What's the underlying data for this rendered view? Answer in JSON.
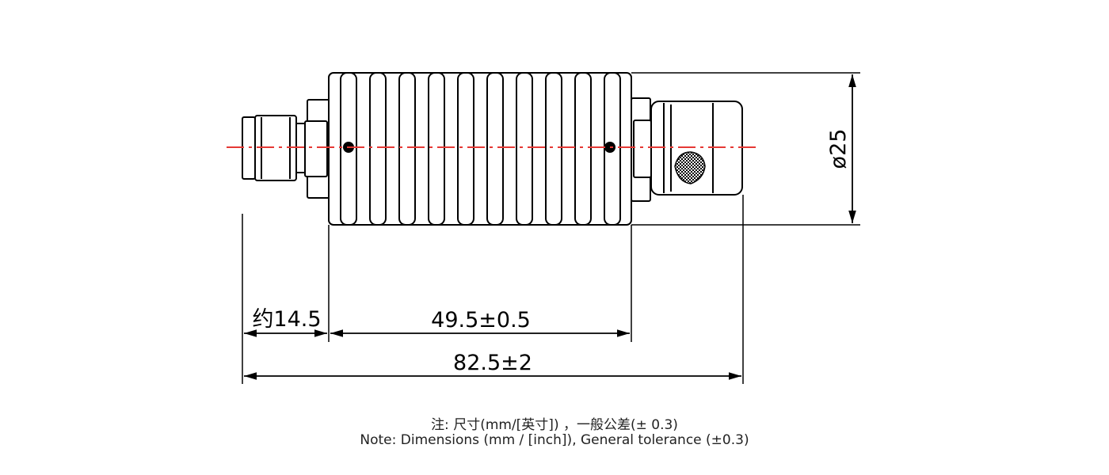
{
  "drawing": {
    "dimensions": {
      "approx_length": "约14.5",
      "body_length": "49.5±0.5",
      "overall_length": "82.5±2",
      "diameter": "ø25"
    },
    "colors": {
      "outline": "#000000",
      "centerline": "#e53935"
    }
  },
  "notes": {
    "chinese": "注: 尺寸(mm/[英寸])  ，一般公差(± 0.3)",
    "english": "Note: Dimensions (mm / [inch]), General tolerance (±0.3)"
  }
}
